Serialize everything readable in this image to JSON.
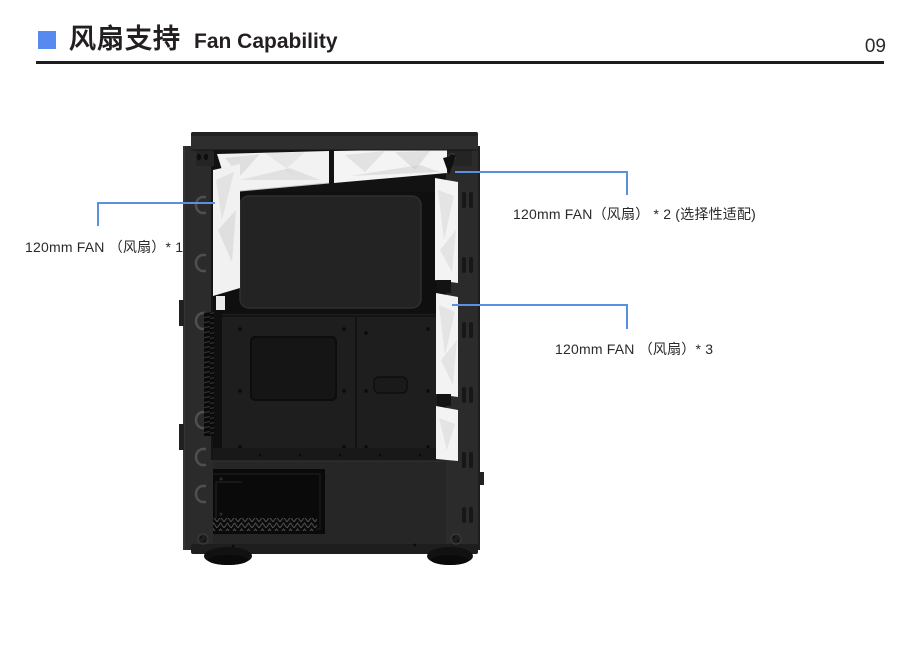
{
  "page": {
    "number": "09"
  },
  "header": {
    "title_zh": "风扇支持",
    "title_en": "Fan Capability"
  },
  "colors": {
    "accent_blue": "#568aef",
    "callout_blue": "#5b8fe0",
    "rule_dark": "#1d1d1d",
    "case_frame": "#2b2b2b",
    "fan_white": "#f2f2f2"
  },
  "diagram": {
    "illustration": "pc-case-open-side-with-white-120mm-fans",
    "labels": [
      {
        "id": "front-fan",
        "text": "120mm FAN （风扇）* 1"
      },
      {
        "id": "top-fan",
        "text": "120mm FAN（风扇） * 2 (选择性适配)"
      },
      {
        "id": "side-fan",
        "text": "120mm FAN （风扇）* 3"
      }
    ]
  }
}
